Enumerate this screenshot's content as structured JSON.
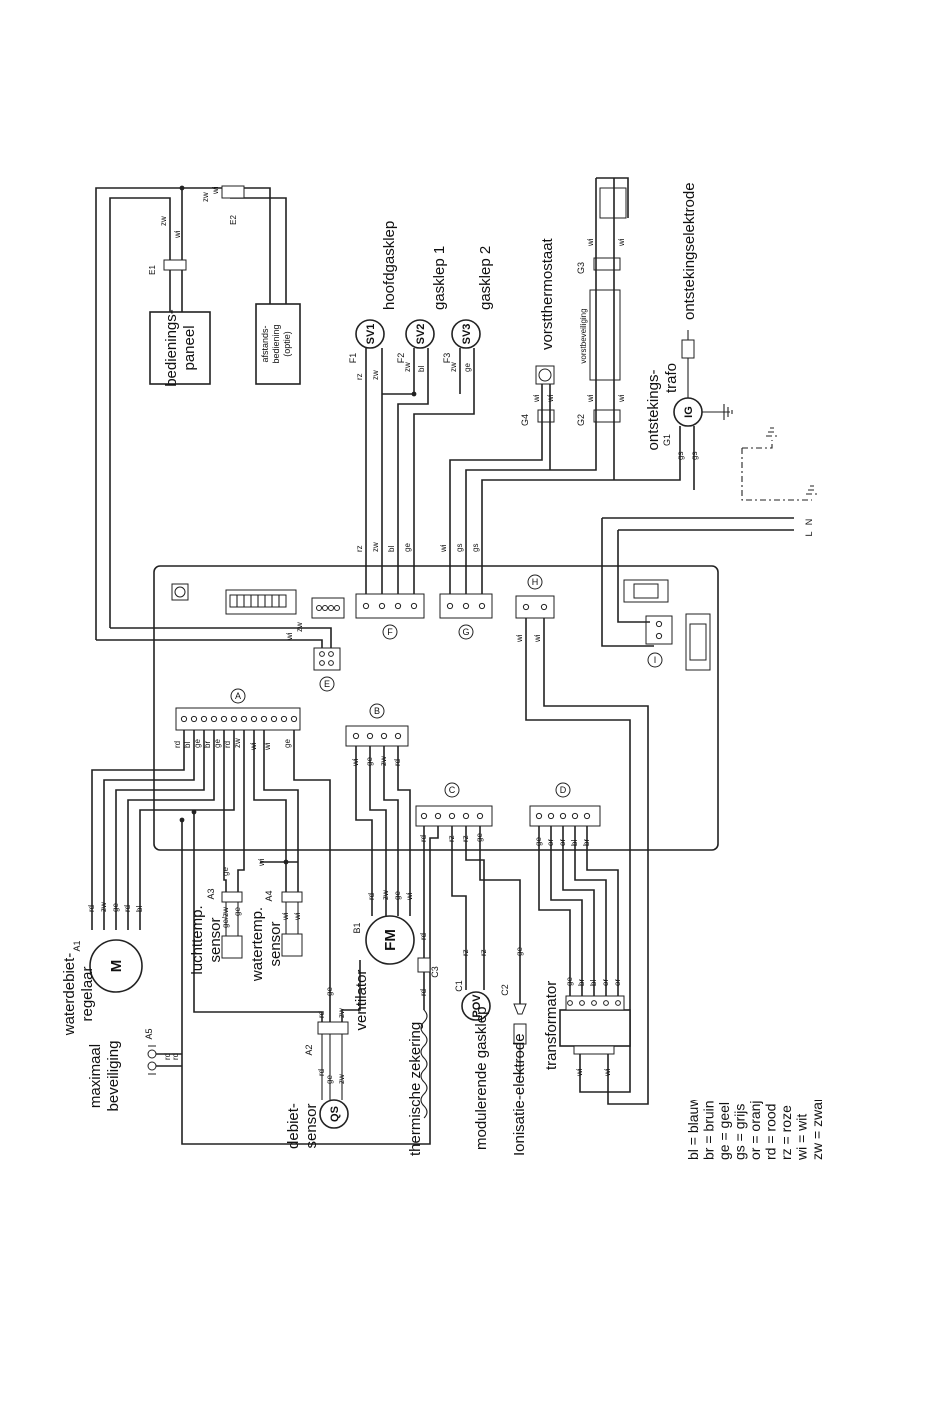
{
  "components": {
    "bedieningspaneel": "bedienings-\npaneel",
    "afstandsbediening": [
      "afstands-",
      "bediening",
      "(optie)"
    ],
    "hoofdgasklep": "hoofdgasklep",
    "gasklep1": "gasklep 1",
    "gasklep2": "gasklep 2",
    "vorstthermostaat": "vorstthermostaat",
    "vorstbeveiliging": "vorstbeveiliging",
    "ontstekingstrafo": [
      "ontstekings-",
      "trafo"
    ],
    "ontstekingselektrode": "ontstekingselektrode",
    "waterdebietregelaar": [
      "waterdebiet-",
      "regelaar"
    ],
    "maximaal_beveiliging": [
      "maximaal",
      "beveiliging"
    ],
    "luchttemp_sensor": [
      "luchttemp.",
      "sensor"
    ],
    "watertemp_sensor": [
      "watertemp.",
      "sensor"
    ],
    "ventilator": "ventilator",
    "debiet_sensor": [
      "debiet-",
      "sensor"
    ],
    "thermische_zekering": "thermische zekering",
    "modulerende_gasklep": "modulerende gasklep",
    "ionisatie_elektrode": "Ionisatie-elektrode",
    "transformator": "transformator"
  },
  "symbols": {
    "sv1": "SV1",
    "sv2": "SV2",
    "sv3": "SV3",
    "ig": "IG",
    "m": "M",
    "fm": "FM",
    "qs": "QS",
    "pov": "POV"
  },
  "ids": {
    "e1": "E1",
    "e2": "E2",
    "f1": "F1",
    "f2": "F2",
    "f3": "F3",
    "g1": "G1",
    "g2": "G2",
    "g3": "G3",
    "g4": "G4",
    "a1": "A1",
    "a2": "A2",
    "a3": "A3",
    "a4": "A4",
    "a5": "A5",
    "b1": "B1",
    "c1": "C1",
    "c2": "C2",
    "c3": "C3"
  },
  "connectors": [
    "A",
    "B",
    "C",
    "D",
    "E",
    "F",
    "G",
    "H",
    "I"
  ],
  "mains": {
    "n": "N",
    "l": "L"
  },
  "wires": {
    "zw": "zw",
    "wi": "wi",
    "rz": "rz",
    "bl": "bl",
    "ge": "ge",
    "gs": "gs",
    "rd": "rd",
    "br": "br",
    "or": "or",
    "ge_zw": "ge/zw"
  },
  "legend": [
    "bl = blauw",
    "br = bruin",
    "ge = geel",
    "gs = grijs",
    "or = oranje",
    "rd = rood",
    "rz = roze",
    "wi = wit",
    "zw = zwart"
  ]
}
